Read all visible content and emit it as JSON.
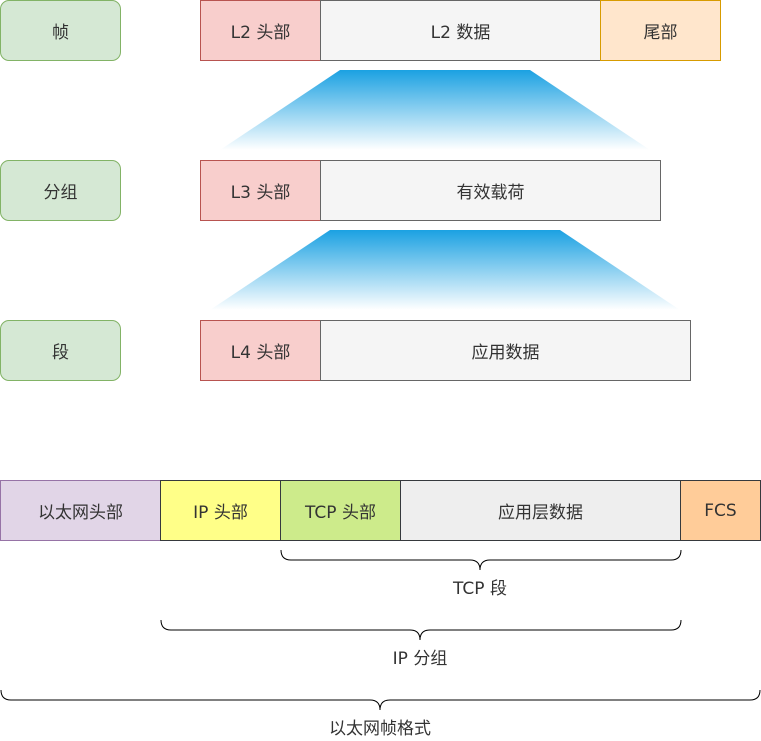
{
  "layers": {
    "frame": "帧",
    "packet": "分组",
    "segment": "段"
  },
  "frame_row": {
    "l2_header": "L2 头部",
    "l2_data": "L2 数据",
    "trailer": "尾部"
  },
  "packet_row": {
    "l3_header": "L3 头部",
    "payload": "有效载荷"
  },
  "segment_row": {
    "l4_header": "L4 头部",
    "app_data": "应用数据"
  },
  "ethernet": {
    "eth_header": "以太网头部",
    "ip_header": "IP 头部",
    "tcp_header": "TCP 头部",
    "app_layer_data": "应用层数据",
    "fcs": "FCS",
    "tcp_segment": "TCP 段",
    "ip_packet": "IP 分组",
    "eth_frame": "以太网帧格式"
  },
  "colors": {
    "green_fill": "#d5e8d4",
    "green_stroke": "#82b366",
    "red_fill": "#f8cecc",
    "red_stroke": "#b85450",
    "grey_fill": "#f5f5f5",
    "grey_stroke": "#666666",
    "orange_fill": "#ffe6cc",
    "orange_stroke": "#d79b00",
    "purple_fill": "#e1d5e7",
    "purple_stroke": "#9673a6",
    "yellow_fill": "#ffff88",
    "yellow_stroke": "#36393d",
    "lime_fill": "#cdeb8b",
    "lime_stroke": "#36393d",
    "lightgrey_fill": "#eeeeee",
    "lightgrey_stroke": "#36393d",
    "peach_fill": "#ffcc99",
    "peach_stroke": "#36393d",
    "funnel_blue": "#1ba1e2"
  }
}
